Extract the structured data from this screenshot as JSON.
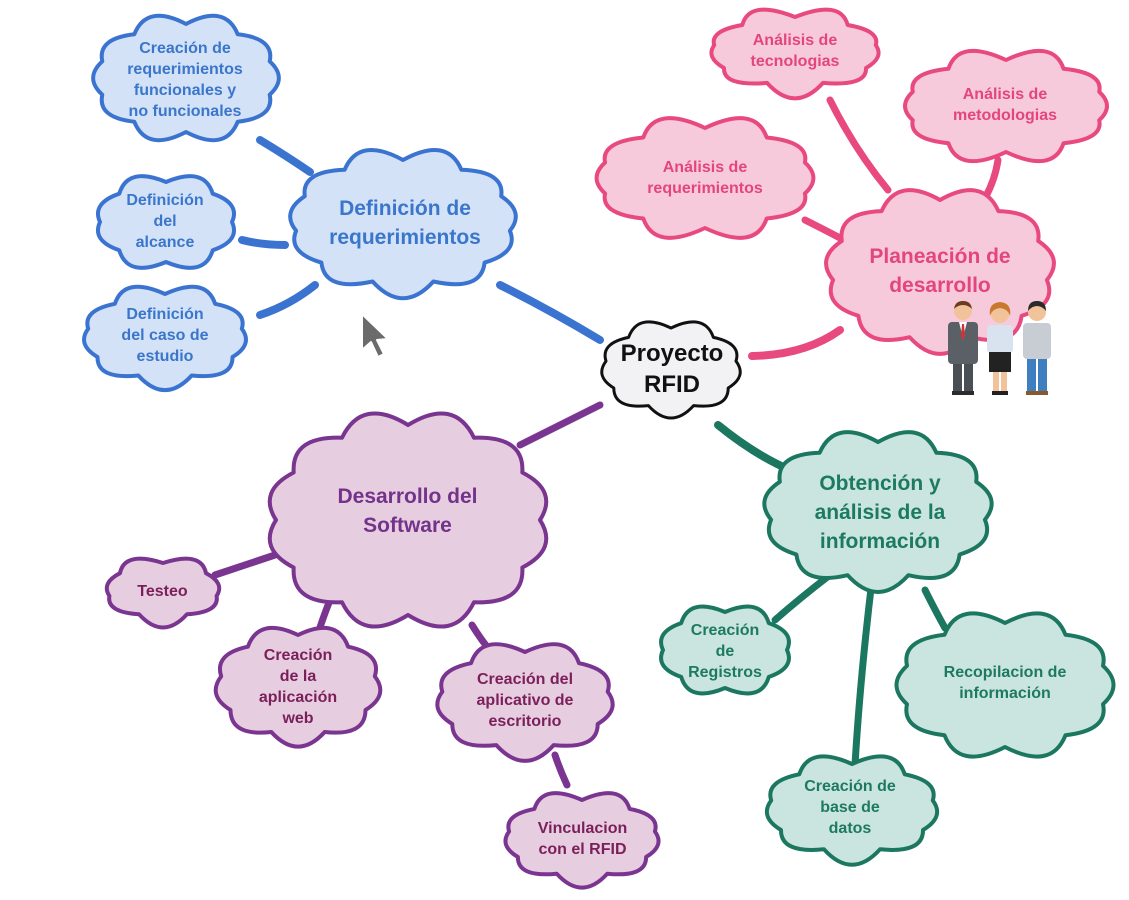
{
  "colors": {
    "blue": {
      "fill": "#d3e2f6",
      "stroke": "#3b74d0"
    },
    "pink": {
      "fill": "#f7cadb",
      "stroke": "#e8497f"
    },
    "purple": {
      "fill": "#e6cde0",
      "stroke": "#7a3590"
    },
    "teal": {
      "fill": "#cae4df",
      "stroke": "#1c7760"
    },
    "center": {
      "fill": "#f2f2f4",
      "stroke": "#111111"
    }
  },
  "icons": [
    "team-people-icon",
    "mouse-pointer-icon"
  ],
  "center": {
    "line1": "Proyecto",
    "line2": "RFID"
  },
  "definicion": {
    "title": {
      "line1": "Definición de",
      "line2": "requerimientos"
    },
    "creacion_req": {
      "line1": "Creación de",
      "line2": "requerimientos",
      "line3": "funcionales y",
      "line4": "no funcionales"
    },
    "alcance": {
      "line1": "Definición",
      "line2": "del",
      "line3": "alcance"
    },
    "caso": {
      "line1": "Definición",
      "line2": "del caso de",
      "line3": "estudio"
    }
  },
  "planeacion": {
    "title": {
      "line1": "Planeación de",
      "line2": "desarrollo"
    },
    "tecnologias": {
      "line1": "Análisis de",
      "line2": "tecnologias"
    },
    "metodologias": {
      "line1": "Análisis de",
      "line2": "metodologias"
    },
    "requerimientos": {
      "line1": "Análisis de",
      "line2": "requerimientos"
    }
  },
  "desarrollo": {
    "title": {
      "line1": "Desarrollo del",
      "line2": "Software"
    },
    "testeo": {
      "line1": "Testeo"
    },
    "app_web": {
      "line1": "Creación",
      "line2": "de la",
      "line3": "aplicación",
      "line4": "web"
    },
    "escritorio": {
      "line1": "Creación del",
      "line2": "aplicativo de",
      "line3": "escritorio"
    },
    "vinculacion": {
      "line1": "Vinculacion",
      "line2": "con el RFID"
    }
  },
  "obtencion": {
    "title": {
      "line1": "Obtención y",
      "line2": "análisis de la",
      "line3": "información"
    },
    "registros": {
      "line1": "Creación",
      "line2": "de",
      "line3": "Registros"
    },
    "recopilacion": {
      "line1": "Recopilacion de",
      "line2": "información"
    },
    "base_datos": {
      "line1": "Creación de",
      "line2": "base de",
      "line3": "datos"
    }
  }
}
